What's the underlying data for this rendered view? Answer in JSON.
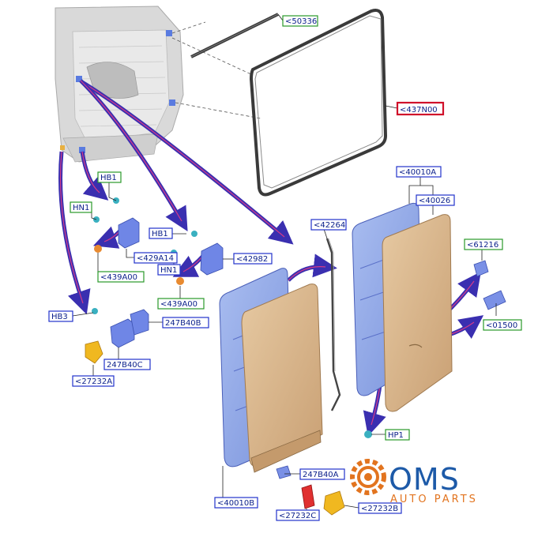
{
  "callouts": [
    {
      "id": "50336",
      "label": "<50336"
    },
    {
      "id": "437N00",
      "label": "<437N00"
    },
    {
      "id": "HB1a",
      "label": "HB1"
    },
    {
      "id": "HN1a",
      "label": "HN1"
    },
    {
      "id": "429A14",
      "label": "<429A14"
    },
    {
      "id": "439A00a",
      "label": "<439A00"
    },
    {
      "id": "HB1b",
      "label": "HB1"
    },
    {
      "id": "42982",
      "label": "<42982"
    },
    {
      "id": "HN1b",
      "label": "HN1"
    },
    {
      "id": "439A00b",
      "label": "<439A00"
    },
    {
      "id": "HB3",
      "label": "HB3"
    },
    {
      "id": "247B40B",
      "label": "247B40B"
    },
    {
      "id": "247B40C",
      "label": "247B40C"
    },
    {
      "id": "27232A",
      "label": "<27232A"
    },
    {
      "id": "40010A",
      "label": "<40010A"
    },
    {
      "id": "40026",
      "label": "<40026"
    },
    {
      "id": "42264",
      "label": "<42264"
    },
    {
      "id": "61216",
      "label": "<61216"
    },
    {
      "id": "01500",
      "label": "<01500"
    },
    {
      "id": "HP1",
      "label": "HP1"
    },
    {
      "id": "247B40A",
      "label": "247B40A"
    },
    {
      "id": "40010B",
      "label": "<40010B"
    },
    {
      "id": "27232C",
      "label": "<27232C"
    },
    {
      "id": "27232B",
      "label": "<27232B"
    }
  ],
  "colors": {
    "panel_blue": "#8fa6e6",
    "panel_tan": "#d9b78e",
    "seal": "#3a3a3a",
    "arrow": "#3a2fb0",
    "callout_green": "#2a9a2a",
    "callout_blue": "#2233cc",
    "callout_red": "#d0102a",
    "logo_blue": "#1d5aa8",
    "logo_orange": "#e2741f"
  },
  "logo": {
    "name": "OMS",
    "sub": "AUTO PARTS"
  }
}
